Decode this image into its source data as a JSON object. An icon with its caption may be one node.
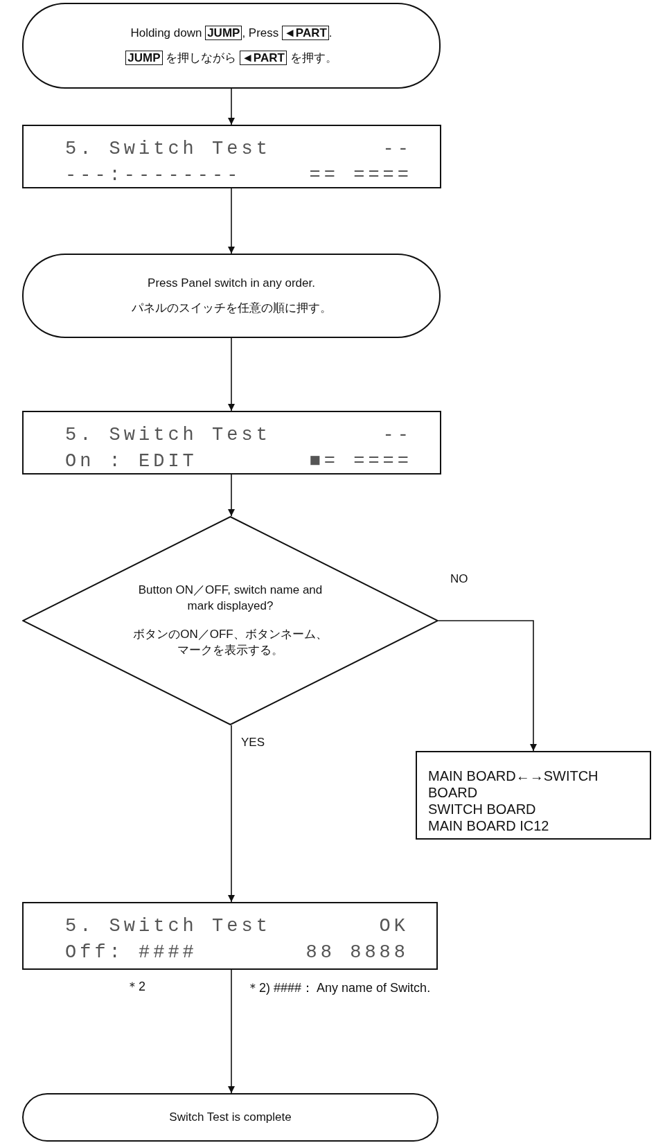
{
  "diagram": {
    "nodes": [
      {
        "text": [
          "Holding down **JUMP**, Press **◄PART**.",
          "**JUMP** を押しながら **◄PART** を押す。"
        ]
      },
      {
        "text": [
          "5. Switch Test",
          "--",
          "---:--------",
          "== ===="
        ]
      },
      {
        "text": [
          "Press Panel switch in any order.",
          "パネルのスイッチを任意の順に押す。"
        ]
      },
      {
        "text": [
          "5. Switch Test",
          "--",
          "On : EDIT",
          "■= ===="
        ]
      },
      {
        "text": [
          "Button ON／OFF, switch name and mark displayed?",
          "ボタンのON／OFF、ボタンネーム、マークを表示する。"
        ]
      },
      {
        "text": [
          "MAIN BOARD←→SWITCH BOARD",
          "SWITCH BOARD",
          "MAIN BOARD IC12"
        ]
      },
      {
        "text": [
          "5. Switch Test",
          "OK",
          "Off: ####",
          "88 8888"
        ],
        "beside": [
          "＊2"
        ]
      },
      {
        "text": [
          "Switch Test is complete"
        ]
      }
    ],
    "edges": [
      {
        "from": 0,
        "to": 1,
        "arrow": "to"
      },
      {
        "from": 1,
        "to": 2,
        "arrow": "to"
      },
      {
        "from": 2,
        "to": 3,
        "arrow": "to"
      },
      {
        "from": 3,
        "to": 4,
        "arrow": "to"
      },
      {
        "from": 4,
        "to": 5,
        "arrow": "to",
        "label": "NO"
      },
      {
        "from": 4,
        "to": 6,
        "arrow": "to",
        "label": "YES"
      },
      {
        "from": 6,
        "to": 7,
        "arrow": "to"
      }
    ],
    "labels": [
      "＊2)  ####： Any name of Switch."
    ]
  }
}
